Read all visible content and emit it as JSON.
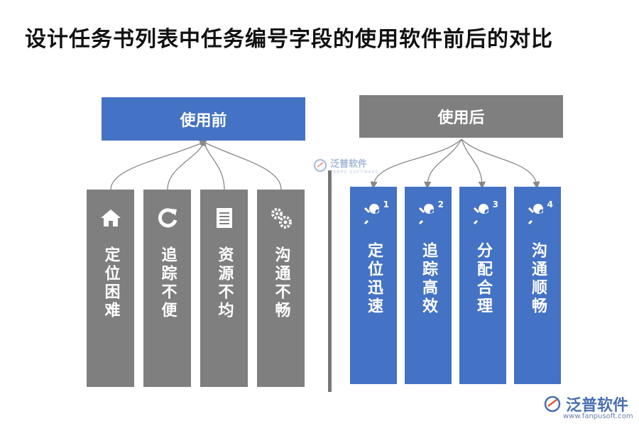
{
  "title": "设计任务书列表中任务编号字段的使用软件前后的对比",
  "before": {
    "header": "使用前",
    "items": [
      {
        "label": "定位困难",
        "icon": "home-icon"
      },
      {
        "label": "追踪不便",
        "icon": "refresh-icon"
      },
      {
        "label": "资源不均",
        "icon": "document-icon"
      },
      {
        "label": "沟通不畅",
        "icon": "gears-icon"
      }
    ]
  },
  "after": {
    "header": "使用后",
    "items": [
      {
        "label": "定位迅速",
        "number": "1",
        "icon": "wrench-icon"
      },
      {
        "label": "追踪高效",
        "number": "2",
        "icon": "wrench-icon"
      },
      {
        "label": "分配合理",
        "number": "3",
        "icon": "wrench-icon"
      },
      {
        "label": "沟通顺畅",
        "number": "4",
        "icon": "wrench-icon"
      }
    ]
  },
  "watermark": {
    "center_brand": "泛普软件",
    "center_sub": "FANPU SOFTWARE",
    "bottom_brand": "泛普软件",
    "bottom_url": "www.fanpusoft.com"
  },
  "colors": {
    "blue": "#4472c4",
    "gray": "#7f7f7f",
    "divider": "#777777",
    "connector": "#888888"
  }
}
